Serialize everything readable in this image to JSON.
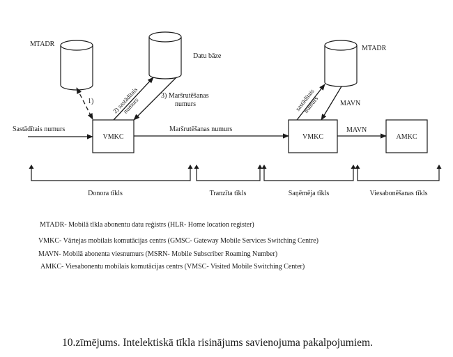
{
  "diagram": {
    "nodes": {
      "mtadr_left": {
        "label": "MTADR",
        "type": "database"
      },
      "datu_baze": {
        "label": "Datu bāze",
        "type": "database"
      },
      "mtadr_right": {
        "label": "MTADR",
        "type": "database"
      },
      "vmkc_left": {
        "label": "VMKC",
        "type": "switch"
      },
      "vmkc_right": {
        "label": "VMKC",
        "type": "switch"
      },
      "amkc": {
        "label": "AMKC",
        "type": "switch"
      }
    },
    "edges": {
      "input": {
        "label": "Sastādītais numurs"
      },
      "step1": {
        "label": "1)",
        "style": "dashed",
        "direction": "bidirectional"
      },
      "step2": {
        "label_line1": "2) sastādītais",
        "label_line2": "numurs"
      },
      "step3": {
        "label_line1": "3) Maršrutēšanas",
        "label_line2": "numurs"
      },
      "routing": {
        "label": "Maršrutēšanas numurs"
      },
      "right_query": {
        "label_line1": "sastādītais",
        "label_line2": "numurs"
      },
      "right_reply": {
        "label": "MAVN"
      },
      "to_amkc": {
        "label": "MAVN"
      }
    },
    "networks": [
      {
        "label": "Donora tīkls"
      },
      {
        "label": "Tranzīta tīkls"
      },
      {
        "label": "Saņēmēja tīkls"
      },
      {
        "label": "Viesabonēšanas tīkls"
      }
    ]
  },
  "legend": [
    "MTADR-  Mobilā tīkla abonentu datu reģistrs (HLR- Home location register)",
    "VMKC- Vārtejas mobilais komutācijas centrs (GMSC- Gateway Mobile Services Switching Centre)",
    "MAVN- Mobilā abonenta viesnumurs (MSRN- Mobile Subscriber Roaming Number)",
    "AMKC- Viesabonentu mobilais komutācijas centrs (VMSC- Visited Mobile Switching Center)"
  ],
  "caption": "10.zīmējums. Intelektiskā tīkla risinājums savienojuma pakalpojumiem."
}
